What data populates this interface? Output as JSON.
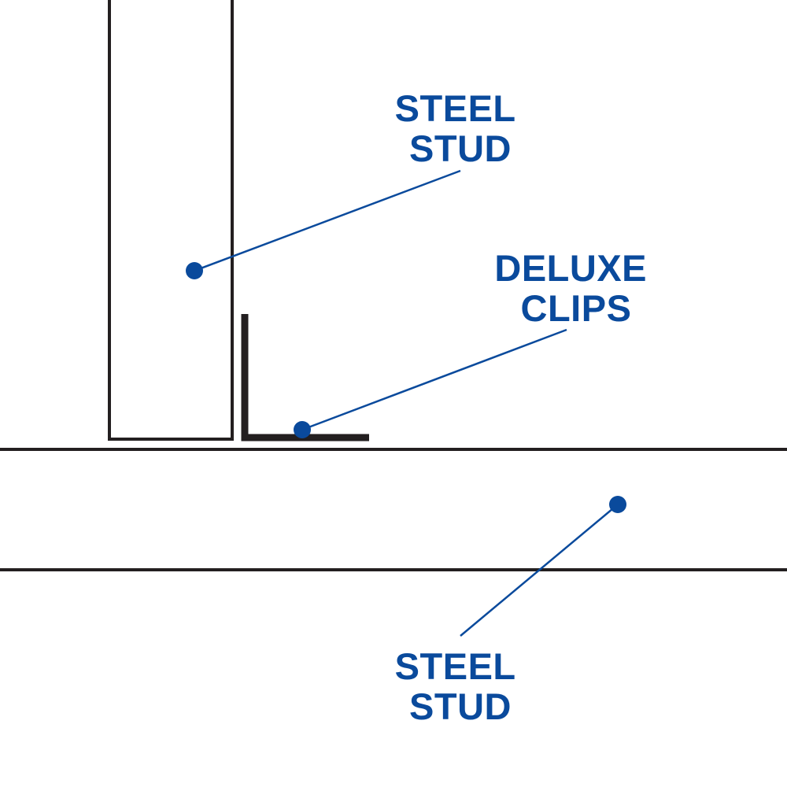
{
  "colors": {
    "background": "#ffffff",
    "line": "#231f20",
    "accent": "#0a4a9c"
  },
  "labels": {
    "vertical_stud": {
      "line1": "STEEL",
      "line2": "STUD"
    },
    "clip": {
      "line1": "DELUXE",
      "line2": "CLIPS"
    },
    "horizontal_stud": {
      "line1": "STEEL",
      "line2": "STUD"
    }
  }
}
